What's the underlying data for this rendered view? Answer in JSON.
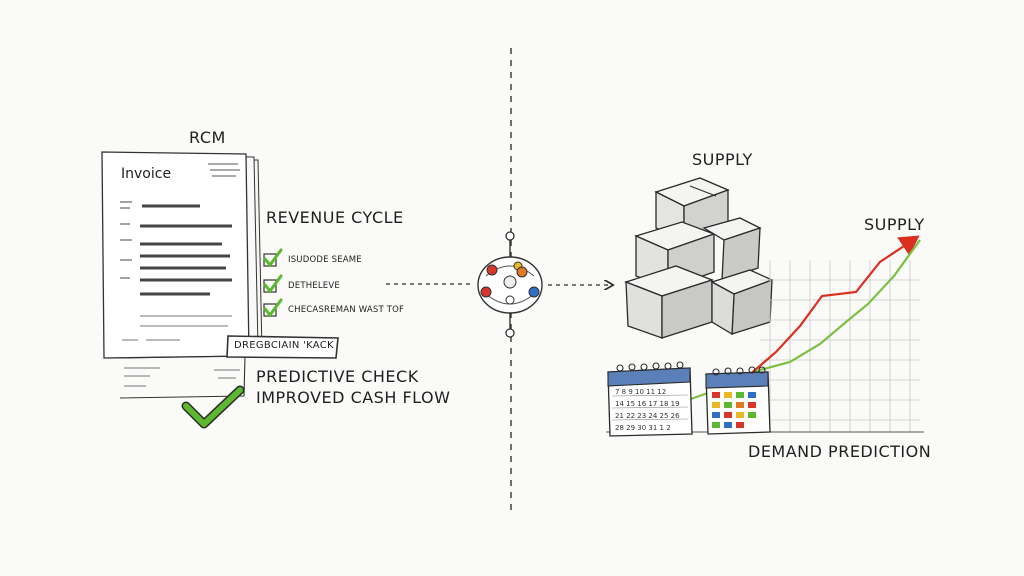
{
  "left": {
    "heading": "RCM",
    "invoice_title": "Invoice",
    "revenue_cycle": "REVENUE CYCLE",
    "checklist": [
      "ISUDODE SEAME",
      "DETHELEVE",
      "CHECASREMAN WAST TOF"
    ],
    "stamp": "DREGBCIAIN 'KACK",
    "predictive": "PREDICTIVE CHECK",
    "cash_flow": "IMPROVED CASH FLOW"
  },
  "right": {
    "supply_top": "SUPPLY",
    "supply_chart": "SUPPLY",
    "demand": "DEMAND PREDICTION"
  },
  "colors": {
    "ink": "#2a2a2a",
    "check_green": "#5cb82e",
    "trend_red": "#d9301f",
    "trend_green": "#7bc043",
    "hub_red": "#d9362b",
    "hub_yellow": "#e8b923",
    "hub_blue": "#2f6fc4",
    "hub_orange": "#e07a22"
  }
}
